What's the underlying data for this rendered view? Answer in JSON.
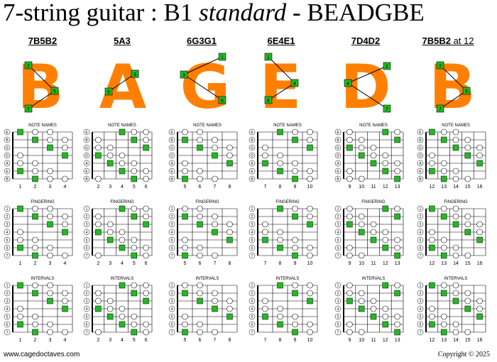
{
  "title": {
    "main": "7-string guitar : B1 ",
    "italic": "standard",
    "tail": " - BEADGBE"
  },
  "shapes": [
    {
      "name": "7B5B2",
      "suffix": "",
      "letter": "B",
      "big_labels": [
        "2",
        "5",
        "7"
      ],
      "frets": [
        "1",
        "2",
        "3",
        "4"
      ]
    },
    {
      "name": "5A3",
      "suffix": "",
      "letter": "A",
      "big_labels": [
        "3",
        "5",
        "3"
      ],
      "frets": [
        "2",
        "3",
        "4",
        "5",
        "6"
      ]
    },
    {
      "name": "6G3G1",
      "suffix": "",
      "letter": "G",
      "big_labels": [
        "1",
        "3",
        "6"
      ],
      "frets": [
        "5",
        "6",
        "7",
        "8"
      ]
    },
    {
      "name": "6E4E1",
      "suffix": "",
      "letter": "E",
      "big_labels": [
        "1",
        "4",
        "6"
      ],
      "frets": [
        "7",
        "8",
        "9",
        "10"
      ]
    },
    {
      "name": "7D4D2",
      "suffix": "",
      "letter": "D",
      "big_labels": [
        "2",
        "4",
        "7"
      ],
      "frets": [
        "9",
        "10",
        "11",
        "12",
        "13"
      ]
    },
    {
      "name": "7B5B2",
      "suffix": " at 12",
      "letter": "B",
      "big_labels": [
        "2",
        "5",
        "7"
      ],
      "frets": [
        "12",
        "13",
        "14",
        "15",
        "16"
      ]
    }
  ],
  "sections": [
    "NOTE NAMES",
    "FINGERING",
    "INTERVALS"
  ],
  "string_labels": [
    "E",
    "B",
    "G",
    "D",
    "A",
    "E",
    "B"
  ],
  "string_numbers": [
    "1",
    "2",
    "3",
    "4",
    "5",
    "6",
    "7"
  ],
  "footer": {
    "left": "www.cagedoctaves.com",
    "right": "Copyright © 2025"
  },
  "colors": {
    "shape": "#ff8000",
    "root": "#22bb22",
    "line": "#000000"
  }
}
